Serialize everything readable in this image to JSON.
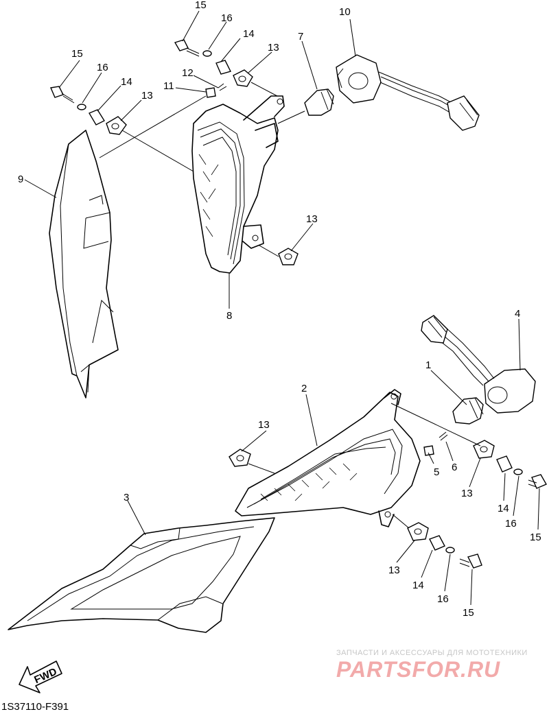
{
  "diagram": {
    "callouts": [
      {
        "id": "c15a",
        "text": "15"
      },
      {
        "id": "c16a",
        "text": "16"
      },
      {
        "id": "c14a",
        "text": "14"
      },
      {
        "id": "c13a",
        "text": "13"
      },
      {
        "id": "c10",
        "text": "10"
      },
      {
        "id": "c7",
        "text": "7"
      },
      {
        "id": "c15b",
        "text": "15"
      },
      {
        "id": "c16b",
        "text": "16"
      },
      {
        "id": "c14b",
        "text": "14"
      },
      {
        "id": "c13b",
        "text": "13"
      },
      {
        "id": "c12",
        "text": "12"
      },
      {
        "id": "c11",
        "text": "11"
      },
      {
        "id": "c9",
        "text": "9"
      },
      {
        "id": "c13c",
        "text": "13"
      },
      {
        "id": "c8",
        "text": "8"
      },
      {
        "id": "c4",
        "text": "4"
      },
      {
        "id": "c1",
        "text": "1"
      },
      {
        "id": "c2",
        "text": "2"
      },
      {
        "id": "c13d",
        "text": "13"
      },
      {
        "id": "c5",
        "text": "5"
      },
      {
        "id": "c6",
        "text": "6"
      },
      {
        "id": "c13e",
        "text": "13"
      },
      {
        "id": "c14c",
        "text": "14"
      },
      {
        "id": "c16c",
        "text": "16"
      },
      {
        "id": "c15c",
        "text": "15"
      },
      {
        "id": "c3",
        "text": "3"
      },
      {
        "id": "c13f",
        "text": "13"
      },
      {
        "id": "c14d",
        "text": "14"
      },
      {
        "id": "c16d",
        "text": "16"
      },
      {
        "id": "c15d",
        "text": "15"
      }
    ],
    "fwd_label": "FWD",
    "reference_code": "1S37110-F391"
  },
  "watermark": {
    "tagline": "ЗАПЧАСТИ И АКСЕССУАРЫ ДЛЯ МОТОТЕХНИКИ",
    "brand": "PARTSFOR.RU",
    "color": "#f2aaaa"
  }
}
